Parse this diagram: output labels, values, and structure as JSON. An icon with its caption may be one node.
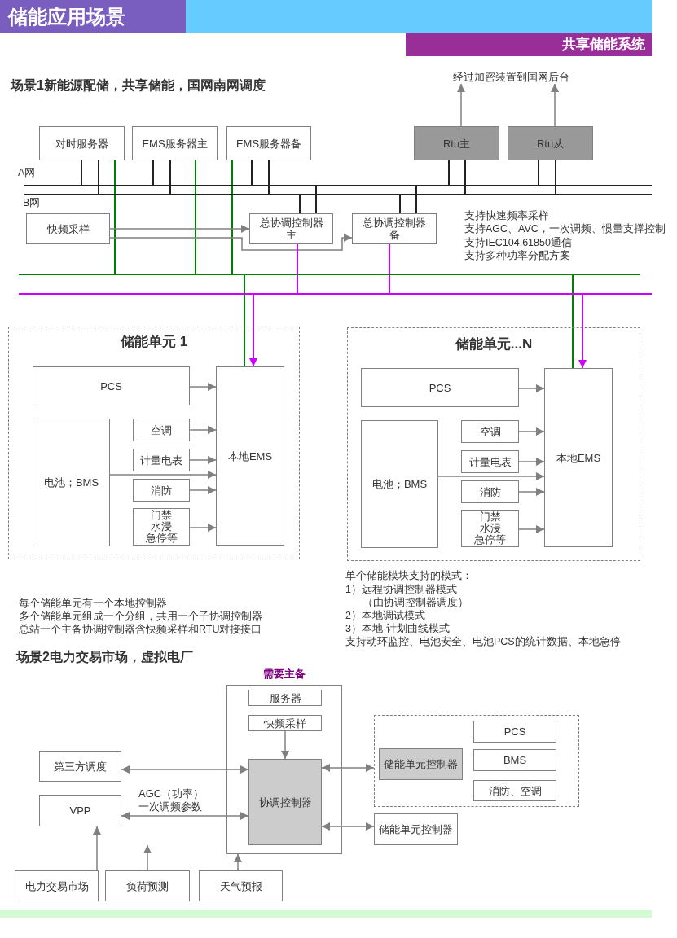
{
  "diagram": {
    "title": "储能应用场景",
    "nodes": [
      {
        "text": [
          "对时服务器"
        ]
      },
      {
        "text": [
          "EMS服务器主"
        ]
      },
      {
        "text": [
          "EMS服务器备"
        ]
      },
      {
        "text": [
          "经过加密装置到国网后台"
        ]
      },
      {
        "text": [
          "Rtu主"
        ]
      },
      {
        "text": [
          "Rtu从"
        ]
      },
      {
        "text": [],
        "shape": "bar"
      },
      {
        "text": [],
        "shape": "bar"
      },
      {
        "text": [
          "快频采样"
        ]
      },
      {
        "text": [
          "总协调控制器主"
        ]
      },
      {
        "text": [
          "总协调控制器备"
        ]
      },
      {
        "text": [],
        "shape": "bar"
      },
      {
        "text": [],
        "shape": "bar"
      },
      {
        "text": [
          "储能单元 1"
        ]
      },
      {
        "text": [
          "PCS"
        ],
        "in": 13
      },
      {
        "text": [
          "电池；BMS"
        ],
        "in": 13
      },
      {
        "text": [
          "空调"
        ],
        "in": 13
      },
      {
        "text": [
          "计量电表"
        ],
        "in": 13
      },
      {
        "text": [
          "消防"
        ],
        "in": 13
      },
      {
        "text": [
          "门禁",
          "水浸",
          "急停等"
        ],
        "in": 13
      },
      {
        "text": [
          "本地EMS"
        ],
        "in": 13
      },
      {
        "text": [
          "储能单元...N"
        ]
      },
      {
        "text": [
          "PCS"
        ],
        "in": 21
      },
      {
        "text": [
          "电池；BMS"
        ],
        "in": 21
      },
      {
        "text": [
          "空调"
        ],
        "in": 21
      },
      {
        "text": [
          "计量电表"
        ],
        "in": 21
      },
      {
        "text": [
          "消防"
        ],
        "in": 21
      },
      {
        "text": [
          "门禁",
          "水浸",
          "急停等"
        ],
        "in": 21
      },
      {
        "text": [
          "本地EMS"
        ],
        "in": 21
      },
      {
        "text": [
          "需要主备"
        ]
      },
      {
        "text": [
          "服务器"
        ],
        "in": 29
      },
      {
        "text": [
          "快频采样"
        ],
        "in": 29
      },
      {
        "text": [
          "协调控制器"
        ],
        "in": 29
      },
      {
        "text": [
          "第三方调度"
        ]
      },
      {
        "text": [
          "VPP"
        ]
      },
      {
        "text": [],
        "shape": "box"
      },
      {
        "text": [
          "储能单元控制器"
        ],
        "in": 35
      },
      {
        "text": [
          "PCS"
        ],
        "in": 35
      },
      {
        "text": [
          "BMS"
        ],
        "in": 35
      },
      {
        "text": [
          "消防、空调"
        ],
        "in": 35
      },
      {
        "text": [
          "储能单元控制器"
        ]
      },
      {
        "text": [
          "电力交易市场"
        ]
      },
      {
        "text": [
          "负荷预测"
        ]
      },
      {
        "text": [
          "天气预报"
        ]
      }
    ],
    "edges": [
      {
        "from": 4,
        "to": 3,
        "arrow": "to"
      },
      {
        "from": 5,
        "to": 3,
        "arrow": "to"
      },
      {
        "from": 0,
        "to": 6,
        "arrow": "none",
        "color": "#222222"
      },
      {
        "from": 0,
        "to": 7,
        "arrow": "none",
        "color": "#222222"
      },
      {
        "from": 1,
        "to": 6,
        "arrow": "none",
        "color": "#222222"
      },
      {
        "from": 1,
        "to": 7,
        "arrow": "none",
        "color": "#222222"
      },
      {
        "from": 2,
        "to": 6,
        "arrow": "none",
        "color": "#222222"
      },
      {
        "from": 2,
        "to": 7,
        "arrow": "none",
        "color": "#222222"
      },
      {
        "from": 4,
        "to": 6,
        "arrow": "none",
        "color": "#222222"
      },
      {
        "from": 4,
        "to": 7,
        "arrow": "none",
        "color": "#222222"
      },
      {
        "from": 5,
        "to": 6,
        "arrow": "none",
        "color": "#222222"
      },
      {
        "from": 5,
        "to": 7,
        "arrow": "none",
        "color": "#222222"
      },
      {
        "from": 9,
        "to": 6,
        "arrow": "none",
        "color": "#222222"
      },
      {
        "from": 9,
        "to": 7,
        "arrow": "none",
        "color": "#222222"
      },
      {
        "from": 10,
        "to": 6,
        "arrow": "none",
        "color": "#222222"
      },
      {
        "from": 10,
        "to": 7,
        "arrow": "none",
        "color": "#222222"
      },
      {
        "from": 0,
        "to": 11,
        "arrow": "none",
        "color": "#008000"
      },
      {
        "from": 1,
        "to": 11,
        "arrow": "none",
        "color": "#008000"
      },
      {
        "from": 2,
        "to": 11,
        "arrow": "none",
        "color": "#008000"
      },
      {
        "from": 8,
        "to": 9,
        "arrow": "to"
      },
      {
        "from": 8,
        "to": 10,
        "arrow": "to"
      },
      {
        "from": 9,
        "to": 12,
        "arrow": "none",
        "color": "#cc00ff"
      },
      {
        "from": 10,
        "to": 12,
        "arrow": "none",
        "color": "#cc00ff"
      },
      {
        "from": 11,
        "to": 20,
        "arrow": "none",
        "color": "#008000"
      },
      {
        "from": 12,
        "to": 20,
        "arrow": "to",
        "color": "#cc00ff"
      },
      {
        "from": 11,
        "to": 28,
        "arrow": "none",
        "color": "#008000"
      },
      {
        "from": 12,
        "to": 28,
        "arrow": "to",
        "color": "#cc00ff"
      },
      {
        "from": 14,
        "to": 20,
        "arrow": "to"
      },
      {
        "from": 16,
        "to": 20,
        "arrow": "to"
      },
      {
        "from": 17,
        "to": 20,
        "arrow": "to"
      },
      {
        "from": 15,
        "to": 20,
        "arrow": "to"
      },
      {
        "from": 18,
        "to": 20,
        "arrow": "to"
      },
      {
        "from": 19,
        "to": 20,
        "arrow": "to"
      },
      {
        "from": 22,
        "to": 28,
        "arrow": "to"
      },
      {
        "from": 24,
        "to": 28,
        "arrow": "to"
      },
      {
        "from": 25,
        "to": 28,
        "arrow": "to"
      },
      {
        "from": 23,
        "to": 28,
        "arrow": "to"
      },
      {
        "from": 26,
        "to": 28,
        "arrow": "to"
      },
      {
        "from": 27,
        "to": 28,
        "arrow": "to"
      },
      {
        "from": 31,
        "to": 32,
        "arrow": "to"
      },
      {
        "from": 33,
        "to": 32,
        "arrow": "both"
      },
      {
        "from": 34,
        "to": 32,
        "arrow": "both",
        "label": "AGC（功率）一次调频参数"
      },
      {
        "from": 32,
        "to": 35,
        "arrow": "both"
      },
      {
        "from": 32,
        "to": 40,
        "arrow": "both"
      },
      {
        "from": 41,
        "to": 34,
        "arrow": "to"
      },
      {
        "from": 42,
        "to": null,
        "arrow": "to"
      },
      {
        "from": 43,
        "to": 29,
        "arrow": "to"
      }
    ],
    "labels": [
      "共享储能系统",
      "场景1新能源配储，共享储能，国网南网调度",
      "A网",
      "B网",
      "支持快速频率采样",
      "支持AGC、AVC，一次调频、惯量支撑控制",
      "支持IEC104,61850通信",
      "支持多种功率分配方案",
      "每个储能单元有一个本地控制器",
      "多个储能单元组成一个分组，共用一个子协调控制器",
      "总站一个主备协调控制器含快频采样和RTU对接接口",
      "单个储能模块支持的模式：",
      "1）远程协调控制器模式",
      "（由协调控制器调度）",
      "2）本地调试模式",
      "3）本地-计划曲线模式",
      "支持动环监控、电池安全、电池PCS的统计数据、本地急停",
      "场景2电力交易市场，虚拟电厂"
    ]
  }
}
